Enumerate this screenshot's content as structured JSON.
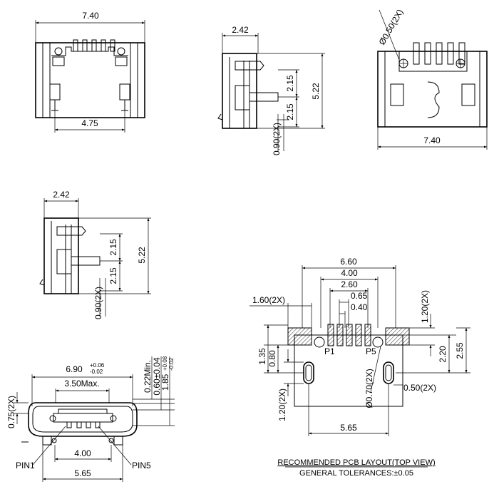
{
  "front_view": {
    "width": "7.40",
    "pitch": "4.75"
  },
  "side_view_top": {
    "depth": "2.42",
    "h1": "2.15",
    "h2": "2.15",
    "height": "5.22",
    "thick": "0.90(2X)"
  },
  "rear_view": {
    "hole": "Ø0.50(2X)",
    "width": "7.40"
  },
  "side_view_left": {
    "depth": "2.42",
    "h1": "2.15",
    "h2": "2.15",
    "height": "5.22",
    "thick": "0.90(2X)"
  },
  "bottom_view": {
    "width_val": "6.90",
    "width_tol_plus": "+0.06",
    "width_tol_minus": "-0.02",
    "max_label": "3.50Max.",
    "min_label": "0.22Min.",
    "dim_a": "0.60±0.04",
    "dim_b": "1.85",
    "dim_b_tol_plus": "+0.08",
    "dim_b_tol_minus": "-0.02",
    "left_dim": "0.75(2X)",
    "pin_span": "4.00",
    "width_bottom": "5.65",
    "pin1": "PIN1",
    "pin5": "PIN5"
  },
  "pcb_layout": {
    "w660": "6.60",
    "w400": "4.00",
    "w260": "2.60",
    "w065": "0.65",
    "w040": "0.40",
    "pad_w": "1.60(2X)",
    "pad_h": "1.20(2X)",
    "d135": "1.35",
    "d080": "0.80",
    "d220": "2.20",
    "d255": "2.55",
    "hole_d": "Ø0.70(2X)",
    "slot_w": "0.50(2X)",
    "slot_h": "1.20(2X)",
    "w565": "5.65",
    "p1": "P1",
    "p5": "P5",
    "title": "RECOMMENDED PCB LAYOUT(TOP VIEW)",
    "tolerance": "GENERAL TOLERANCES:±0.05"
  }
}
